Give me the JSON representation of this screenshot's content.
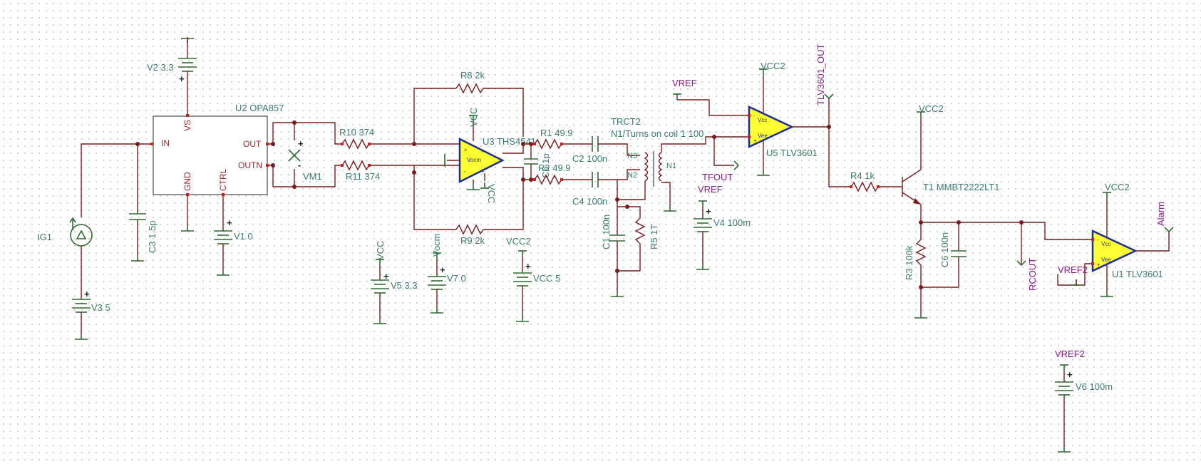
{
  "components": {
    "u2": {
      "ref": "U2",
      "value": "OPA857",
      "label": "U2 OPA857",
      "pins": {
        "vs": "VS",
        "in": "IN",
        "gnd": "GND",
        "ctrl": "CTRL",
        "out": "OUT",
        "outn": "OUTN"
      }
    },
    "u3": {
      "ref": "U3",
      "value": "THS4541",
      "label": "U3 THS4541"
    },
    "u5": {
      "ref": "U5",
      "value": "TLV3601",
      "label": "U5 TLV3601"
    },
    "u1": {
      "ref": "U1",
      "value": "TLV3601",
      "label": "U1 TLV3601"
    },
    "t1": {
      "label": "T1 MMBT2222LT1"
    },
    "trct2": {
      "ref": "TRCT2",
      "value": "N1/Turns on coil 1 100",
      "coils": {
        "n1": "N1",
        "n2": "N2",
        "n3": "N3"
      }
    },
    "vm1": {
      "label": "VM1"
    },
    "ig1": {
      "label": "IG1"
    },
    "r10": {
      "label": "R10 374"
    },
    "r11": {
      "label": "R11 374"
    },
    "r8": {
      "label": "R8 2k"
    },
    "r9": {
      "label": "R9 2k"
    },
    "r1": {
      "label": "R1 49.9"
    },
    "r2": {
      "label": "R2 49.9"
    },
    "r5": {
      "label": "R5 1T"
    },
    "r4": {
      "label": "R4 1k"
    },
    "r3": {
      "label": "R3 100k"
    },
    "c2": {
      "label": "C2 100n"
    },
    "c4": {
      "label": "C4 100n"
    },
    "c1": {
      "label": "C1 100n"
    },
    "c3": {
      "label": "C3 1.5p"
    },
    "c5": {
      "label": "C5 1p"
    },
    "c6": {
      "label": "C6 100n"
    },
    "v2": {
      "label": "V2 3.3"
    },
    "v1": {
      "label": "V1 0"
    },
    "v3": {
      "label": "V3 5"
    },
    "v5": {
      "label": "V5 3.3"
    },
    "v7": {
      "label": "V7 0"
    },
    "vcc5": {
      "label": "VCC 5"
    },
    "v4": {
      "label": "V4 100m"
    },
    "v6": {
      "label": "V6 100m"
    }
  },
  "nets": {
    "vcc": "VCC",
    "vcc2": "VCC2",
    "vocm": "Vocm",
    "vref": "VREF",
    "vref2": "VREF2",
    "tfout": "TFOUT",
    "tlv3601_out": "TLV3601_OUT",
    "rcout": "RCOUT",
    "alarm": "Alarm"
  },
  "opamp_pins": {
    "vocm": "Vocm",
    "vcc": "Vcc",
    "vee": "Vee"
  },
  "colors": {
    "wire": "#7a1c1c",
    "ground": "#2f6b2f",
    "label": "#3a7d6e",
    "net_label": "#8c1a8c",
    "opamp_fill": "#ffff33",
    "opamp_border": "#1a2f9a",
    "pin_marker": "#cc1f1f"
  }
}
